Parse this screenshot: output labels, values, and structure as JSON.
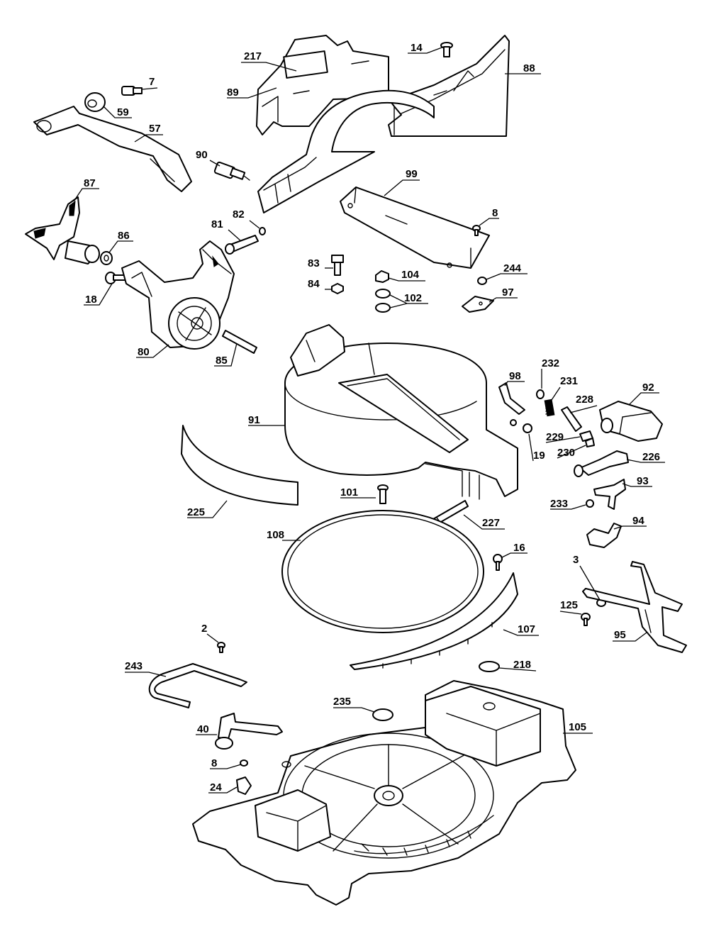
{
  "parts": [
    {
      "id": "p14",
      "label": "14",
      "icon": "screw-icon"
    },
    {
      "id": "p217",
      "label": "217",
      "icon": "label-icon"
    },
    {
      "id": "p88",
      "label": "88",
      "icon": "fence-icon"
    },
    {
      "id": "p7",
      "label": "7",
      "icon": "screw-icon"
    },
    {
      "id": "p89",
      "label": "89",
      "icon": "fence-icon"
    },
    {
      "id": "p59",
      "label": "59",
      "icon": "knob-icon"
    },
    {
      "id": "p57",
      "label": "57",
      "icon": "lever-icon"
    },
    {
      "id": "p90",
      "label": "90",
      "icon": "clamp-icon"
    },
    {
      "id": "p99",
      "label": "99",
      "icon": "plate-icon"
    },
    {
      "id": "p87",
      "label": "87",
      "icon": "handle-icon"
    },
    {
      "id": "p82",
      "label": "82",
      "icon": "ring-icon"
    },
    {
      "id": "p8a",
      "label": "8",
      "icon": "screw-icon"
    },
    {
      "id": "p81",
      "label": "81",
      "icon": "pin-icon"
    },
    {
      "id": "p86",
      "label": "86",
      "icon": "washer-icon"
    },
    {
      "id": "p83",
      "label": "83",
      "icon": "bolt-icon"
    },
    {
      "id": "p104",
      "label": "104",
      "icon": "nut-icon"
    },
    {
      "id": "p244",
      "label": "244",
      "icon": "screw-icon"
    },
    {
      "id": "p84",
      "label": "84",
      "icon": "nut-icon"
    },
    {
      "id": "p102",
      "label": "102",
      "icon": "washer-icon"
    },
    {
      "id": "p97",
      "label": "97",
      "icon": "bracket-icon"
    },
    {
      "id": "p18",
      "label": "18",
      "icon": "screw-icon"
    },
    {
      "id": "p80",
      "label": "80",
      "icon": "bevel-bracket-icon"
    },
    {
      "id": "p85",
      "label": "85",
      "icon": "pin-icon"
    },
    {
      "id": "p232",
      "label": "232",
      "icon": "washer-icon"
    },
    {
      "id": "p98",
      "label": "98",
      "icon": "spring-icon"
    },
    {
      "id": "p231",
      "label": "231",
      "icon": "spring-icon"
    },
    {
      "id": "p92",
      "label": "92",
      "icon": "knob-icon"
    },
    {
      "id": "p228",
      "label": "228",
      "icon": "pin-icon"
    },
    {
      "id": "p91",
      "label": "91",
      "icon": "turntable-icon"
    },
    {
      "id": "p229",
      "label": "229",
      "icon": "clip-icon"
    },
    {
      "id": "p230",
      "label": "230",
      "icon": "clip-icon"
    },
    {
      "id": "p19",
      "label": "19",
      "icon": "screw-icon"
    },
    {
      "id": "p226",
      "label": "226",
      "icon": "detent-lever-icon"
    },
    {
      "id": "p93",
      "label": "93",
      "icon": "bracket-icon"
    },
    {
      "id": "p101",
      "label": "101",
      "icon": "screw-icon"
    },
    {
      "id": "p233",
      "label": "233",
      "icon": "screw-icon"
    },
    {
      "id": "p225",
      "label": "225",
      "icon": "label-icon"
    },
    {
      "id": "p227",
      "label": "227",
      "icon": "pin-icon"
    },
    {
      "id": "p94",
      "label": "94",
      "icon": "bracket-icon"
    },
    {
      "id": "p108",
      "label": "108",
      "icon": "ring-icon"
    },
    {
      "id": "p16",
      "label": "16",
      "icon": "screw-icon"
    },
    {
      "id": "p3",
      "label": "3",
      "icon": "screw-icon"
    },
    {
      "id": "p125",
      "label": "125",
      "icon": "screw-icon"
    },
    {
      "id": "p107",
      "label": "107",
      "icon": "detent-plate-icon"
    },
    {
      "id": "p95",
      "label": "95",
      "icon": "lever-icon"
    },
    {
      "id": "p2",
      "label": "2",
      "icon": "screw-icon"
    },
    {
      "id": "p243",
      "label": "243",
      "icon": "wrench-rod-icon"
    },
    {
      "id": "p218",
      "label": "218",
      "icon": "label-icon"
    },
    {
      "id": "p235",
      "label": "235",
      "icon": "ring-icon"
    },
    {
      "id": "p105",
      "label": "105",
      "icon": "base-icon"
    },
    {
      "id": "p40",
      "label": "40",
      "icon": "hex-key-icon"
    },
    {
      "id": "p8b",
      "label": "8",
      "icon": "screw-icon"
    },
    {
      "id": "p24",
      "label": "24",
      "icon": "clip-icon"
    }
  ]
}
